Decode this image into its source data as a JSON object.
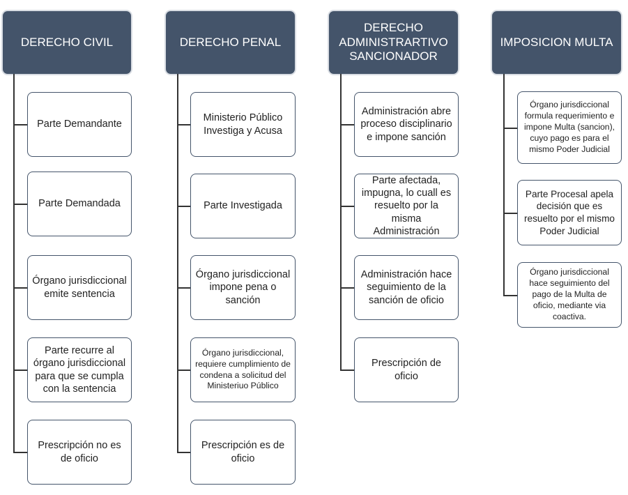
{
  "columns": [
    {
      "header": "DERECHO CIVIL",
      "items": [
        "Parte Demandante",
        "Parte Demandada",
        "Órgano jurisdiccional emite sentencia",
        "Parte recurre  al órgano jurisdiccional para que se cumpla con la sentencia",
        "Prescripción no es de oficio"
      ]
    },
    {
      "header": "DERECHO PENAL",
      "items": [
        "Ministerio Público Investiga y Acusa",
        "Parte Investigada",
        "Órgano jurisdiccional impone pena o sanción",
        "Órgano jurisdiccional, requiere cumplimiento de condena a solicitud del Ministeriuo Público",
        "Prescripción es de oficio"
      ]
    },
    {
      "header": "DERECHO ADMINISTRARTIVO SANCIONADOR",
      "items": [
        "Administración abre proceso disciplinario e impone sanción",
        "Parte afectada, impugna, lo cuall es resuelto por la misma Administración",
        "Administración hace seguimiento de la sanción de oficio",
        "Prescripción de oficio"
      ]
    },
    {
      "header": "IMPOSICION MULTA",
      "items": [
        "Órgano jurisdiccional formula requerimiento e impone Multa (sancion), cuyo pago es para el mismo Poder Judicial",
        "Parte Procesal apela decisión que es resuelto por el mismo Poder Judicial",
        "Órgano jurisdiccional hace seguimiento del pago de la  Multa de oficio, mediante via coactiva."
      ]
    }
  ]
}
